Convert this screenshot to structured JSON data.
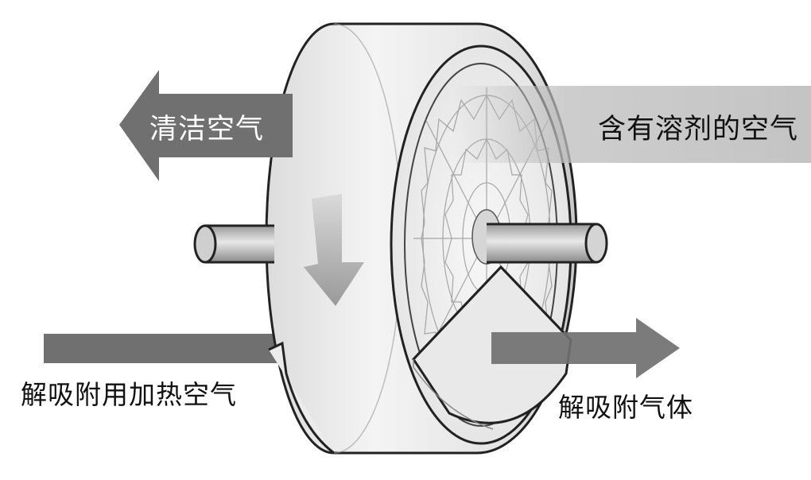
{
  "labels": {
    "clean_air": "清洁空气",
    "solvent_air": "含有溶剂的空气",
    "heated_air": "解吸附用加热空气",
    "desorbed_gas": "解吸附气体"
  },
  "colors": {
    "arrow_dark": "#707070",
    "arrow_light": "#b4b4b4",
    "wheel_face": "#eeeeee",
    "outline": "#222222"
  },
  "icons": {
    "rotation": "down-arrow-icon",
    "honeycomb": "honeycomb-pattern"
  }
}
